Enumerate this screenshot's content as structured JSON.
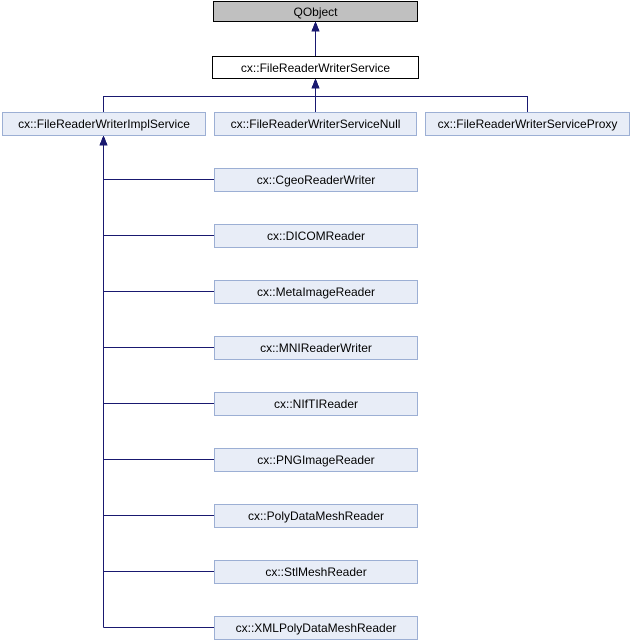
{
  "diagram": {
    "nodes": {
      "base": {
        "label": "QObject"
      },
      "focus": {
        "label": "cx::FileReaderWriterService"
      },
      "impl": {
        "label": "cx::FileReaderWriterImplService"
      },
      "null_service": {
        "label": "cx::FileReaderWriterServiceNull"
      },
      "proxy": {
        "label": "cx::FileReaderWriterServiceProxy"
      },
      "impl_children": [
        {
          "label": "cx::CgeoReaderWriter"
        },
        {
          "label": "cx::DICOMReader"
        },
        {
          "label": "cx::MetaImageReader"
        },
        {
          "label": "cx::MNIReaderWriter"
        },
        {
          "label": "cx::NIfTIReader"
        },
        {
          "label": "cx::PNGImageReader"
        },
        {
          "label": "cx::PolyDataMeshReader"
        },
        {
          "label": "cx::StlMeshReader"
        },
        {
          "label": "cx::XMLPolyDataMeshReader"
        }
      ]
    },
    "colors": {
      "edge": "#191970",
      "base_fill": "#c0c0c0",
      "base_border": "#000000",
      "focus_fill": "#ffffff",
      "focus_border": "#000000",
      "node_fill": "#e8edf7",
      "node_border": "#9cafd4",
      "text": "#000000",
      "background": "#ffffff"
    }
  }
}
